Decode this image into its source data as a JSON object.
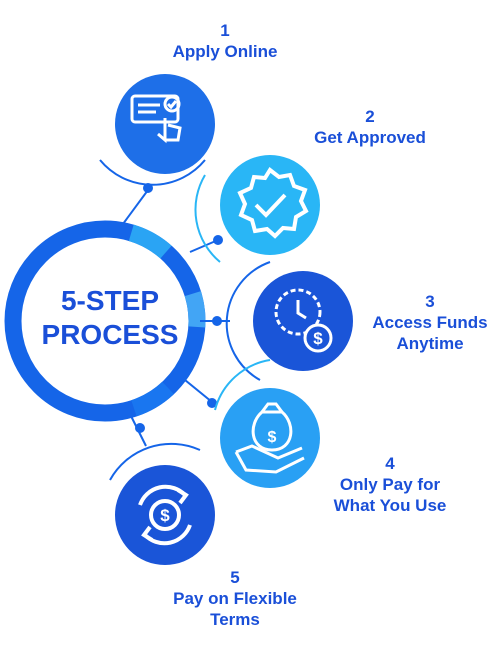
{
  "center": {
    "line1": "5-STEP",
    "line2": "PROCESS"
  },
  "steps": [
    {
      "number": "1",
      "lines": [
        "Apply Online"
      ],
      "icon": "form-click-icon"
    },
    {
      "number": "2",
      "lines": [
        "Get Approved"
      ],
      "icon": "approved-badge-icon"
    },
    {
      "number": "3",
      "lines": [
        "Access Funds",
        "Anytime"
      ],
      "icon": "clock-dollar-icon"
    },
    {
      "number": "4",
      "lines": [
        "Only Pay for",
        "What You Use"
      ],
      "icon": "hand-money-bag-icon"
    },
    {
      "number": "5",
      "lines": [
        "Pay on Flexible",
        "Terms"
      ],
      "icon": "dollar-cycle-icon"
    }
  ],
  "colors": {
    "text": "#1a4fd8",
    "dark_blue": "#1565e8",
    "mid_blue": "#1e88f5",
    "light_blue": "#29b6f6",
    "connector": "#1565e8"
  }
}
